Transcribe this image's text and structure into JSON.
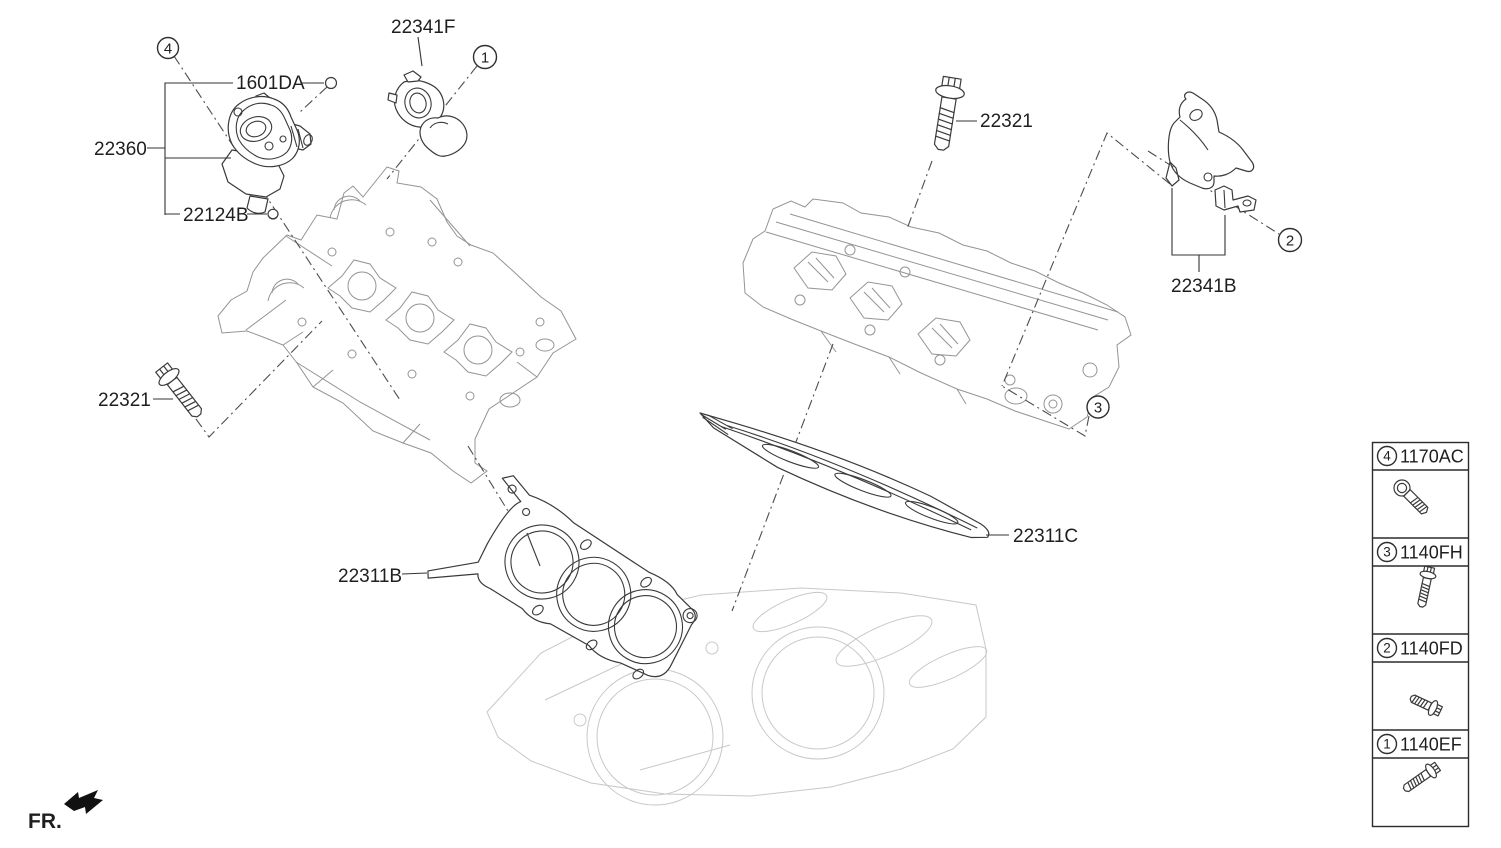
{
  "diagram": {
    "direction_label": "FR.",
    "callouts": {
      "c1": "1",
      "c2": "2",
      "c3": "3",
      "c4": "4"
    },
    "labels": {
      "pump_clamp": "22341F",
      "washer": "1601DA",
      "high_pressure_pump": "22360",
      "tappet": "22124B",
      "bolt_left": "22321",
      "bolt_right": "22321",
      "bracket": "22341B",
      "gasket_right": "22311C",
      "gasket_left": "22311B"
    },
    "legend": {
      "rows": [
        {
          "num": "4",
          "code": "1170AC",
          "icon": "socket-head-bolt-icon"
        },
        {
          "num": "3",
          "code": "1140FH",
          "icon": "flange-bolt-icon"
        },
        {
          "num": "2",
          "code": "1140FD",
          "icon": "flange-bolt-icon"
        },
        {
          "num": "1",
          "code": "1140EF",
          "icon": "flange-bolt-icon"
        }
      ]
    },
    "colors": {
      "part_line": "#3a3a3a",
      "engine_line": "#949494",
      "block_line": "#c8c8c8",
      "leader_line": "#4d4d4d",
      "text": "#1f1f1f",
      "background": "#ffffff"
    }
  }
}
